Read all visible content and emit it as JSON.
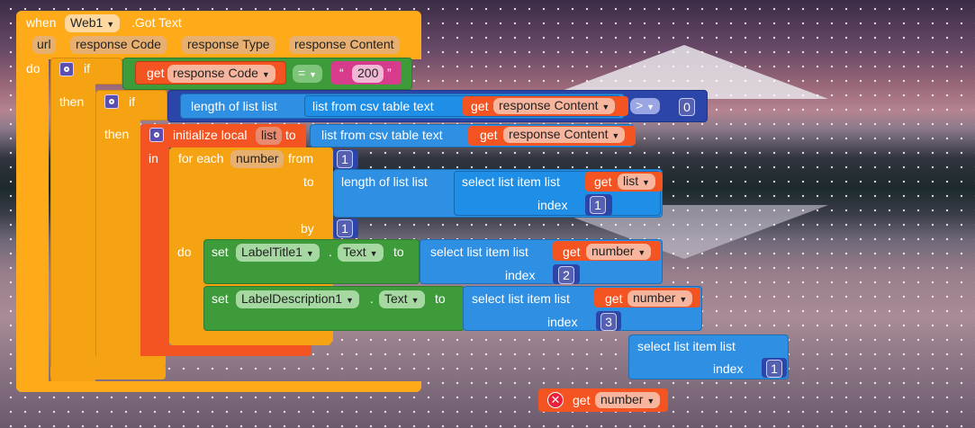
{
  "event": {
    "when": "when",
    "component": "Web1",
    "event_name": ".Got Text",
    "do": "do"
  },
  "params": [
    "url",
    "response Code",
    "response Type",
    "response Content"
  ],
  "if1": {
    "kw": "if",
    "get": "get",
    "var": "response Code",
    "op": "=",
    "quote_open": "“",
    "str": "200",
    "quote_close": "”"
  },
  "then": "then",
  "if2": {
    "kw": "if",
    "length": "length of list  list",
    "csv": "list from csv table  text",
    "get": "get",
    "var": "response Content",
    "op": ">",
    "num": "0"
  },
  "init": {
    "label": "initialize local",
    "var": "list",
    "to": "to",
    "csv": "list from csv table  text",
    "get": "get",
    "getvar": "response Content",
    "in": "in"
  },
  "foreach": {
    "label": "for each",
    "var": "number",
    "from": "from",
    "from_val": "1",
    "to": "to",
    "length": "length of list  list",
    "select": "select list item  list",
    "get": "get",
    "getvar": "list",
    "index": "index",
    "index_val": "1",
    "by": "by",
    "by_val": "1",
    "do": "do"
  },
  "set1": {
    "set": "set",
    "component": "LabelTitle1",
    "dot": ".",
    "prop": "Text",
    "to": "to",
    "select": "select list item  list",
    "get": "get",
    "var": "number",
    "index": "index",
    "index_val": "2"
  },
  "set2": {
    "set": "set",
    "component": "LabelDescription1",
    "dot": ".",
    "prop": "Text",
    "to": "to",
    "select": "select list item  list",
    "get": "get",
    "var": "number",
    "index": "index",
    "index_val": "3"
  },
  "orphan_select": {
    "label": "select list item  list",
    "index": "index",
    "index_val": "1"
  },
  "orphan_get": {
    "get": "get",
    "var": "number"
  },
  "colors": {
    "event": "#ffab19",
    "variable": "#f35422",
    "list": "#2f8fe3",
    "math": "#2b46a8",
    "component": "#3e9b3a",
    "text": "#d63b8c"
  }
}
